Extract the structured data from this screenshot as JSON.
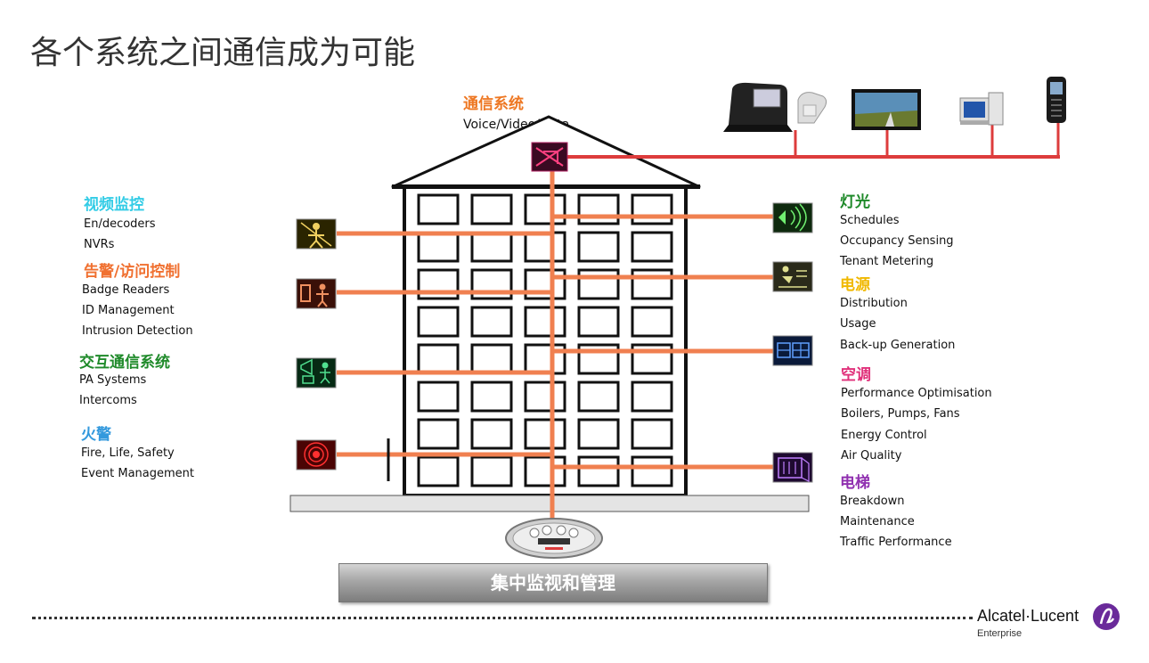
{
  "title": "各个系统之间通信成为可能",
  "top": {
    "heading": "通信系统",
    "subtitle": "Voice/Video/Data"
  },
  "center_label": "集中监视和管理",
  "left_groups": [
    {
      "heading": "视频监控",
      "color": "#33cce6",
      "items": [
        "En/decoders",
        "NVRs"
      ]
    },
    {
      "heading": "告警/访问控制",
      "color": "#f07030",
      "items": [
        "Badge Readers",
        "ID Management",
        "Intrusion Detection"
      ]
    },
    {
      "heading": "交互通信系统",
      "color": "#1f8a2a",
      "items": [
        "PA Systems",
        "Intercoms"
      ]
    },
    {
      "heading": "火警",
      "color": "#3399dd",
      "items": [
        "Fire, Life, Safety",
        "Event Management"
      ]
    }
  ],
  "right_groups": [
    {
      "heading": "灯光",
      "color": "#1f8a2a",
      "items": [
        "Schedules",
        "Occupancy Sensing",
        "Tenant Metering"
      ]
    },
    {
      "heading": "电源",
      "color": "#f0b800",
      "items": [
        "Distribution",
        "Usage",
        "Back-up Generation"
      ]
    },
    {
      "heading": "空调",
      "color": "#e0307a",
      "items": [
        "Performance Optimisation",
        "Boilers, Pumps, Fans",
        "Energy Control",
        "Air Quality"
      ]
    },
    {
      "heading": "电梯",
      "color": "#9030b0",
      "items": [
        "Breakdown",
        "Maintenance",
        "Traffic Performance"
      ]
    }
  ],
  "colors": {
    "connector": "#f08050",
    "network_line": "#dd3c3c",
    "building_stroke": "#111111",
    "top_heading": "#ee7722"
  },
  "icons": {
    "left": [
      "video-surveillance-icon",
      "access-control-icon",
      "intercom-icon",
      "fire-alarm-icon"
    ],
    "right": [
      "lighting-icon",
      "power-icon",
      "hvac-icon",
      "elevator-icon"
    ],
    "devices": [
      "desk-phone-icon",
      "video-display-icon",
      "desktop-computer-icon",
      "mobile-phone-icon"
    ],
    "hub": "control-meter-icon"
  },
  "brand": {
    "name": "Alcatel·Lucent",
    "sub": "Enterprise"
  }
}
